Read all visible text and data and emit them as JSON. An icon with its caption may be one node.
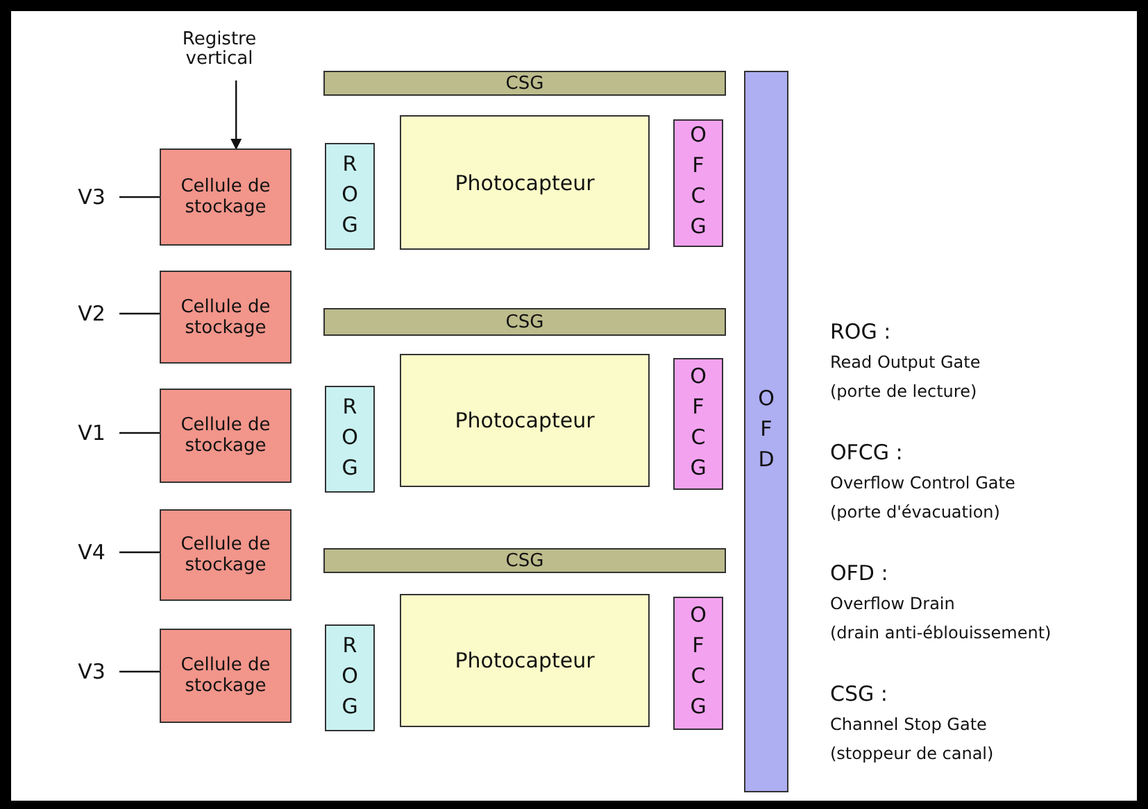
{
  "diagram": {
    "nodes": [
      {
        "text": [
          "Registre vertical"
        ]
      },
      {
        "text": [
          "CSG"
        ]
      },
      {
        "text": [
          "OFD"
        ]
      },
      {
        "text": [
          "V3"
        ]
      },
      {
        "text": [
          "Cellule de stockage"
        ]
      },
      {
        "text": [
          "ROG"
        ]
      },
      {
        "text": [
          "Photocapteur"
        ]
      },
      {
        "text": [
          "OFCG"
        ]
      },
      {
        "text": [
          "V2"
        ]
      },
      {
        "text": [
          "Cellule de stockage"
        ]
      },
      {
        "text": [
          "CSG"
        ]
      },
      {
        "text": [
          "V1"
        ]
      },
      {
        "text": [
          "Cellule de stockage"
        ]
      },
      {
        "text": [
          "ROG"
        ]
      },
      {
        "text": [
          "Photocapteur"
        ]
      },
      {
        "text": [
          "OFCG"
        ]
      },
      {
        "text": [
          "V4"
        ]
      },
      {
        "text": [
          "Cellule de stockage"
        ]
      },
      {
        "text": [
          "CSG"
        ]
      },
      {
        "text": [
          "V3"
        ]
      },
      {
        "text": [
          "Cellule de stockage"
        ]
      },
      {
        "text": [
          "ROG"
        ]
      },
      {
        "text": [
          "Photocapteur"
        ]
      },
      {
        "text": [
          "OFCG"
        ]
      }
    ],
    "edges": [
      {
        "from": 0,
        "to": 4,
        "arrow": "to"
      },
      {
        "from": 3,
        "to": 4,
        "arrow": "none"
      },
      {
        "from": 8,
        "to": 9,
        "arrow": "none"
      },
      {
        "from": 11,
        "to": 12,
        "arrow": "none"
      },
      {
        "from": 16,
        "to": 17,
        "arrow": "none"
      },
      {
        "from": 19,
        "to": 20,
        "arrow": "none"
      }
    ],
    "labels": [
      "ROG :",
      "Read Output Gate",
      "(porte de lecture)",
      "OFCG :",
      "Overflow Control Gate",
      "(porte d'évacuation)",
      "OFD :",
      "Overflow Drain",
      "(drain anti-éblouissement)",
      "CSG :",
      "Channel Stop Gate",
      "(stoppeur de canal)"
    ]
  }
}
